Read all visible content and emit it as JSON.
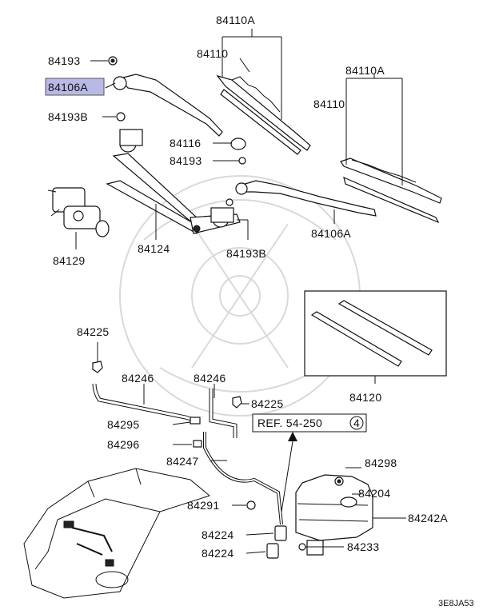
{
  "labels": {
    "p84193_top": "84193",
    "p84106A_top": "84106A",
    "p84193B_top": "84193B",
    "p84110A_left": "84110A",
    "p84110_left": "84110",
    "p84110A_right": "84110A",
    "p84110_right": "84110",
    "p84116": "84116",
    "p84193_mid": "84193",
    "p84106A_right": "84106A",
    "p84129": "84129",
    "p84124": "84124",
    "p84193B_bot": "84193B",
    "p84120": "84120",
    "p84225_top": "84225",
    "p84246_left": "84246",
    "p84246_right": "84246",
    "p84225_right": "84225",
    "p84295": "84295",
    "p84296": "84296",
    "p84247": "84247",
    "ref": "REF. 54-250",
    "ref_num": "4",
    "p84298": "84298",
    "p84204": "84204",
    "p84291": "84291",
    "p84242A": "84242A",
    "p84224_a": "84224",
    "p84224_b": "84224",
    "p84233": "84233",
    "code": "3E8JA53"
  },
  "highlight_color": "#b9b9e6"
}
